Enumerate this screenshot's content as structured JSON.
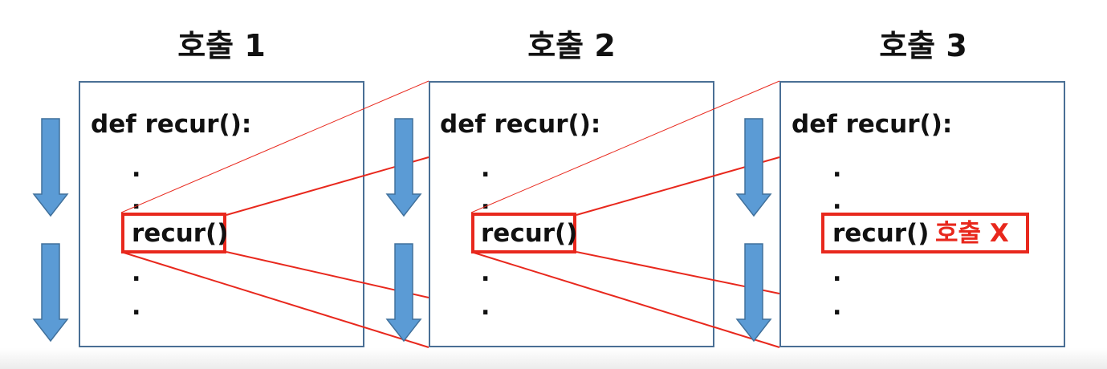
{
  "calls": [
    {
      "title": "호출 1",
      "def_line": "def recur():",
      "dot": ".",
      "call_line": "recur()"
    },
    {
      "title": "호출 2",
      "def_line": "def recur():",
      "dot": ".",
      "call_line": "recur()"
    },
    {
      "title": "호출 3",
      "def_line": "def recur():",
      "dot": ".",
      "call_line": "recur()",
      "note": "호출 X"
    }
  ],
  "colors": {
    "frame_border": "#4a6f95",
    "highlight": "#e8281d",
    "arrow_fill": "#5b9bd5",
    "arrow_stroke": "#41719c"
  },
  "icons": {
    "flow_arrow": "arrow-down-icon"
  }
}
